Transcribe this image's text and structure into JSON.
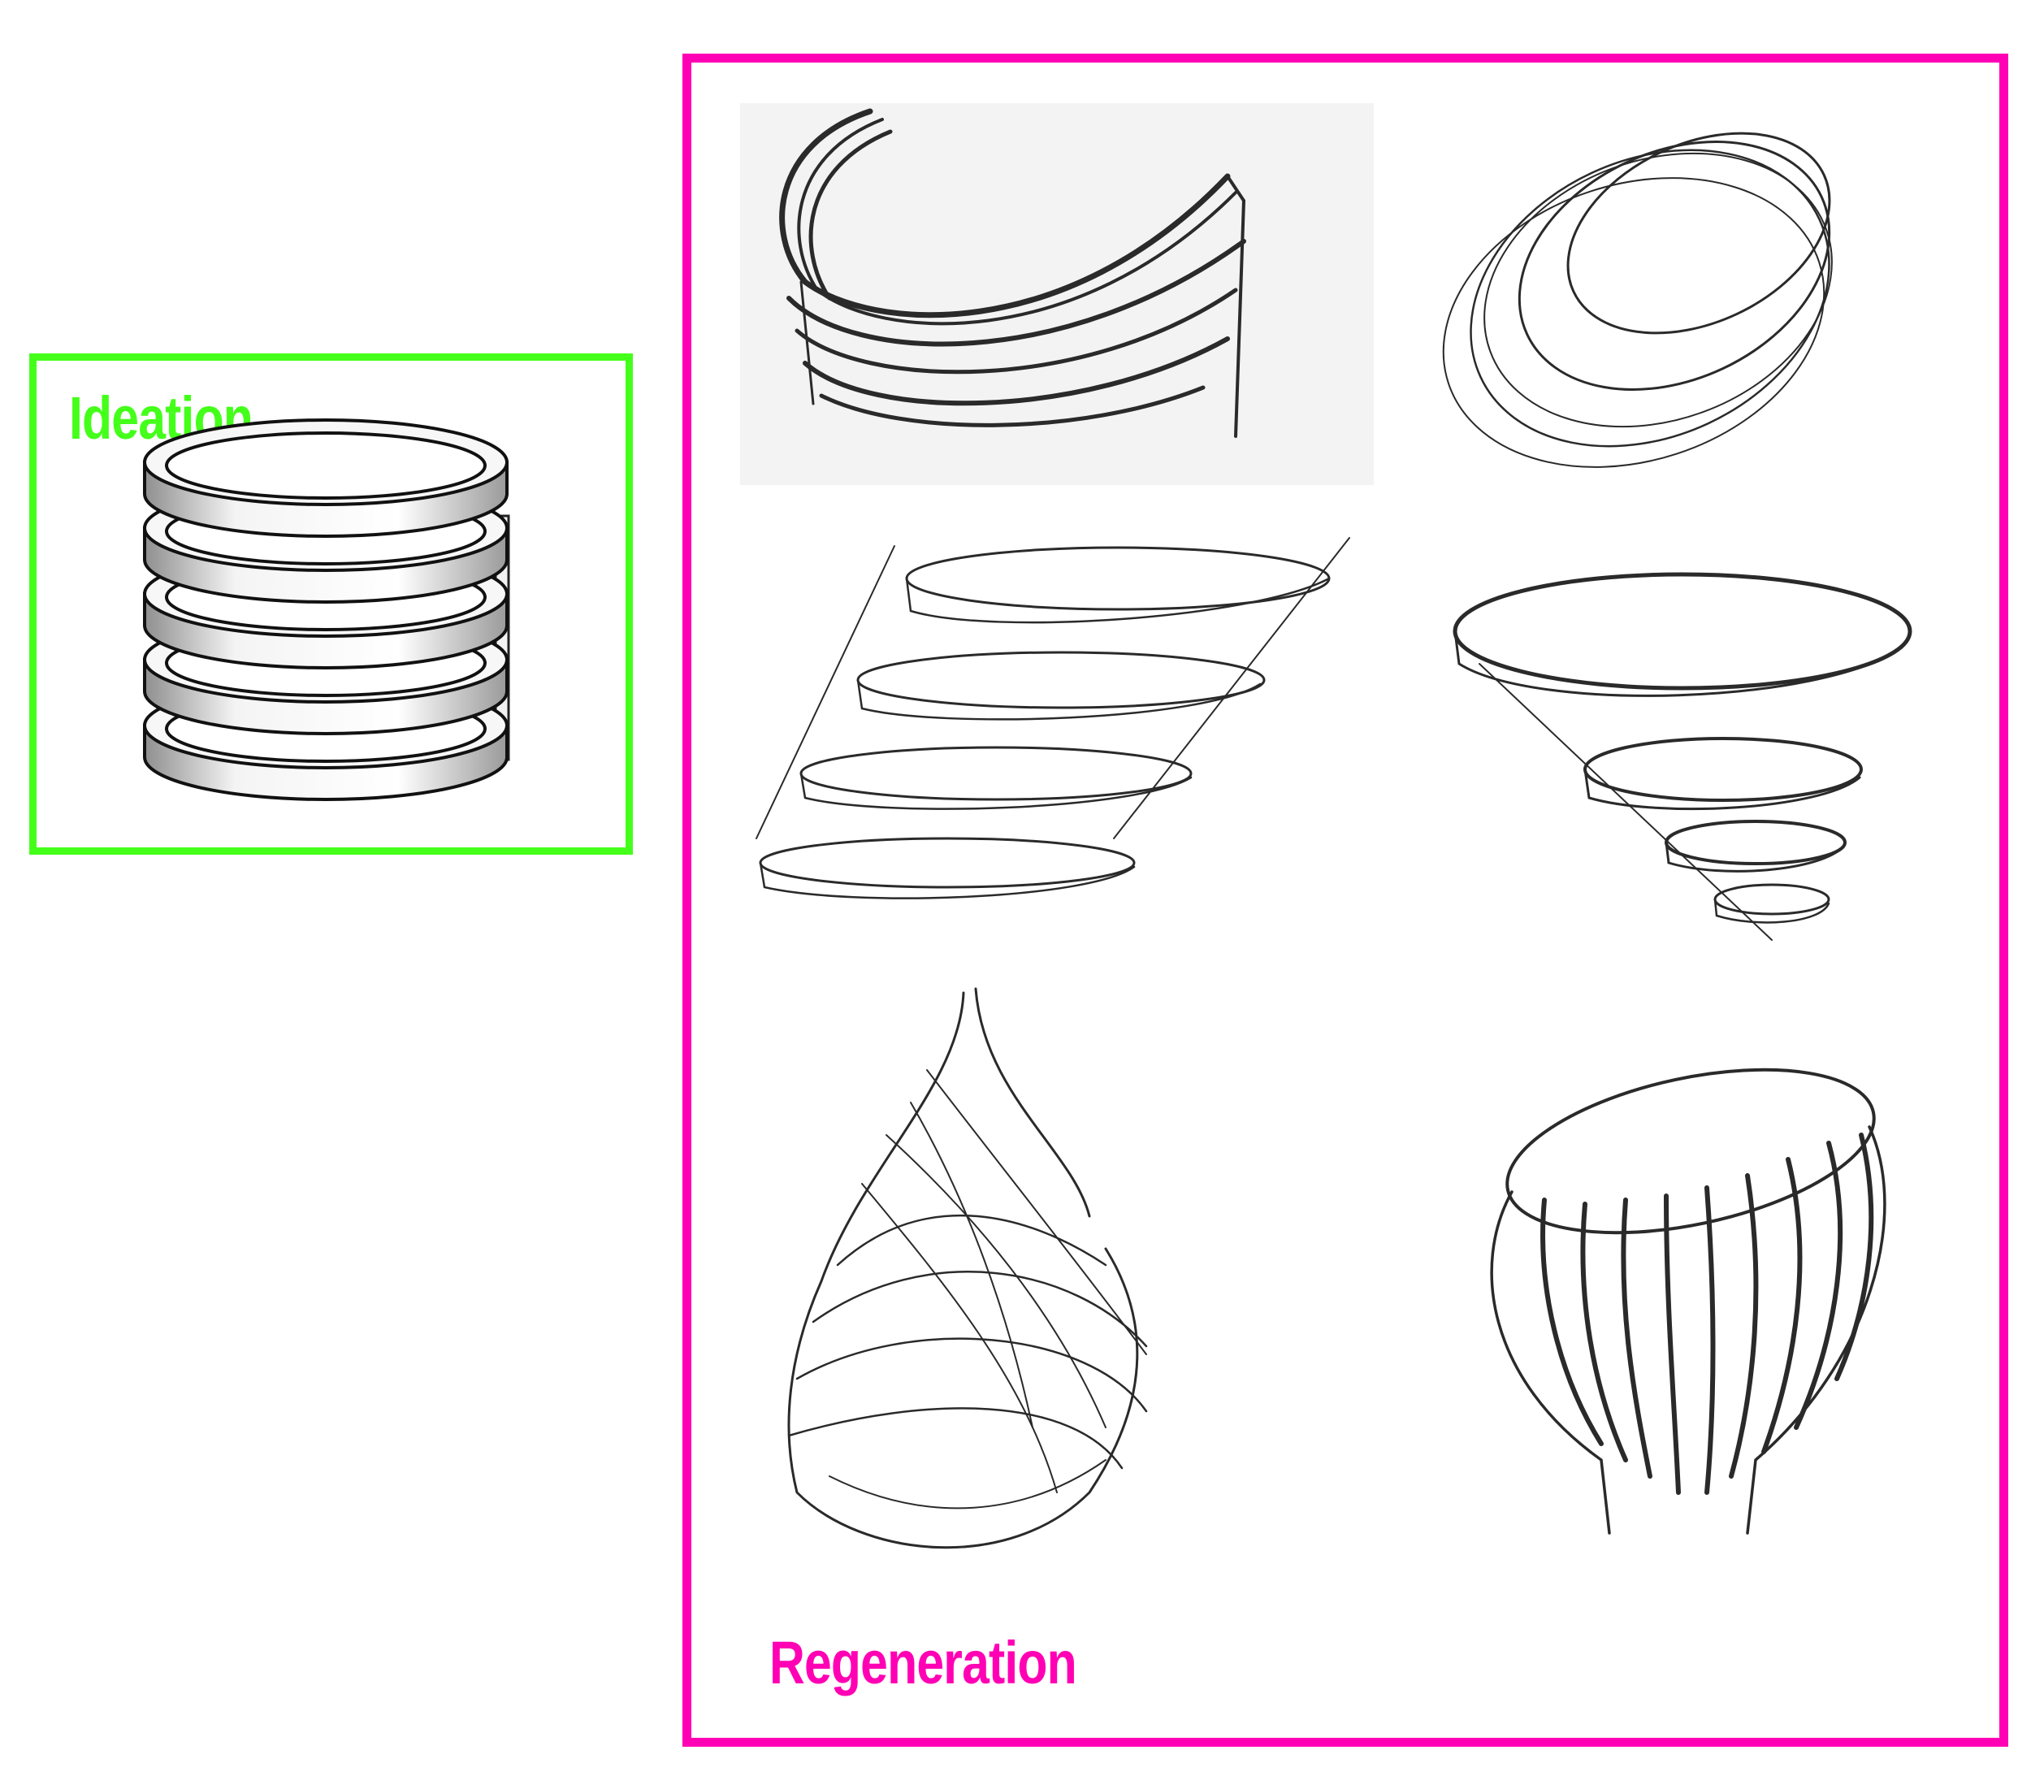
{
  "ideation": {
    "label": "Ideation",
    "color": "#44ff1a",
    "figure": "stacked-rings-model"
  },
  "regeneration": {
    "label": "Regeneration",
    "color": "#ff00b4",
    "sketches": [
      "curved-band-sketch",
      "nested-ovals-sketch",
      "stacked-discs-sketch",
      "tiered-discs-sketch",
      "teardrop-swirl-sketch",
      "ribbed-vase-sketch"
    ]
  }
}
